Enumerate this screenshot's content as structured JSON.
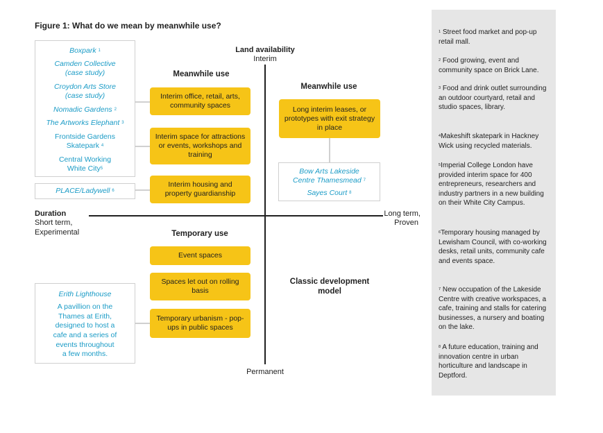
{
  "title": "Figure 1: What do we mean by meanwhile use?",
  "axes": {
    "y_title": "Land availability",
    "y_top": "Interim",
    "y_bottom": "Permanent",
    "x_title": "Duration",
    "x_left_1": "Short term,",
    "x_left_2": "Experimental",
    "x_right_1": "Long term,",
    "x_right_2": "Proven"
  },
  "quadrants": {
    "top_left": "Meanwhile use",
    "top_right": "Meanwhile use",
    "bottom_left": "Temporary use",
    "bottom_right_1": "Classic development",
    "bottom_right_2": "model"
  },
  "yellow_boxes": {
    "tl1": "Interim office, retail, arts, community spaces",
    "tl2": "Interim space for attractions or events, workshops and training",
    "tl3": "Interim housing and property guardianship",
    "tr1": "Long interim leases, or prototypes with exit strategy in place",
    "bl1": "Event spaces",
    "bl2": "Spaces let out on rolling basis",
    "bl3": "Temporary urbanism - pop-ups in public spaces"
  },
  "examples": {
    "boxpark": "Boxpark",
    "boxpark_ref": "1",
    "camden": "Camden Collective",
    "camden_sub": "(case study)",
    "croydon": "Croydon Arts Store",
    "croydon_sub": "(case study)",
    "nomadic": "Nomadic Gardens",
    "nomadic_ref": "2",
    "artworks": "The Artworks Elephant",
    "artworks_ref": "3",
    "frontside_1": "Frontside Gardens",
    "frontside_2": "Skatepark",
    "frontside_ref": "4",
    "central_1": "Central Working",
    "central_2": "White City",
    "central_ref": "5",
    "place": "PLACE/Ladywell",
    "place_ref": "6",
    "bow_1": "Bow Arts Lakeside",
    "bow_2": "Centre Thamesmead",
    "bow_ref": "7",
    "sayes": "Sayes Court",
    "sayes_ref": "8",
    "erith": "Erith Lighthouse",
    "erith_desc_1": "A pavillion on the",
    "erith_desc_2": "Thames at Erith,",
    "erith_desc_3": "designed to host a",
    "erith_desc_4": "cafe and a series of",
    "erith_desc_5": "events throughout",
    "erith_desc_6": "a few months."
  },
  "notes": [
    {
      "num": "1",
      "text": "Street food market and pop-up retail mall."
    },
    {
      "num": "2",
      "text": "Food growing, event and community space on Brick Lane."
    },
    {
      "num": "3",
      "text": "Food and drink outlet surrounding an outdoor courtyard, retail and studio spaces, library."
    },
    {
      "num": "4",
      "text": "Makeshift skatepark in Hackney Wick using recycled materials."
    },
    {
      "num": "5",
      "text": "Imperial College London have provided interim space for 400 entrepreneurs, researchers and industry partners in a new building on their White City Campus."
    },
    {
      "num": "6",
      "text": "Temporary housing managed by Lewisham Council, with co-working desks, retail units, community cafe and events space."
    },
    {
      "num": "7",
      "text": "New occupation of the Lakeside Centre with creative workspaces, a cafe, training and stalls for catering businesses, a nursery and boating on the lake."
    },
    {
      "num": "8",
      "text": "A future education, training and innovation centre in urban horticulture and landscape in Deptford."
    }
  ]
}
